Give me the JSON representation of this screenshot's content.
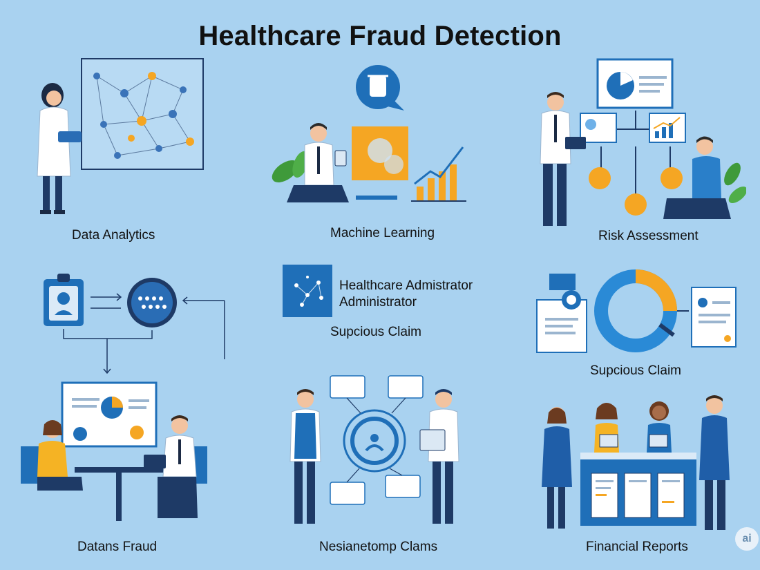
{
  "title": "Healthcare Fraud Detection",
  "panels": {
    "data_analytics": "Data Analytics",
    "machine_learning": "Machine Learning",
    "risk_assessment": "Risk Assessment",
    "admin_line1": "Healthcare Admistrator",
    "admin_line2": "Administrator",
    "suspicious_claim_center": "Supcious Claim",
    "suspicious_claim_right": "Supcious Claim",
    "datans_fraud": "Datans Fraud",
    "claims": "Nesianetomp Clams",
    "financial_reports": "Financial Reports"
  },
  "watermark": "ai",
  "colors": {
    "background": "#a9d2f0",
    "primary_blue": "#1f6fb8",
    "navy": "#1e3a66",
    "accent_orange": "#f5a623",
    "leaf_green": "#3f9a3a"
  }
}
